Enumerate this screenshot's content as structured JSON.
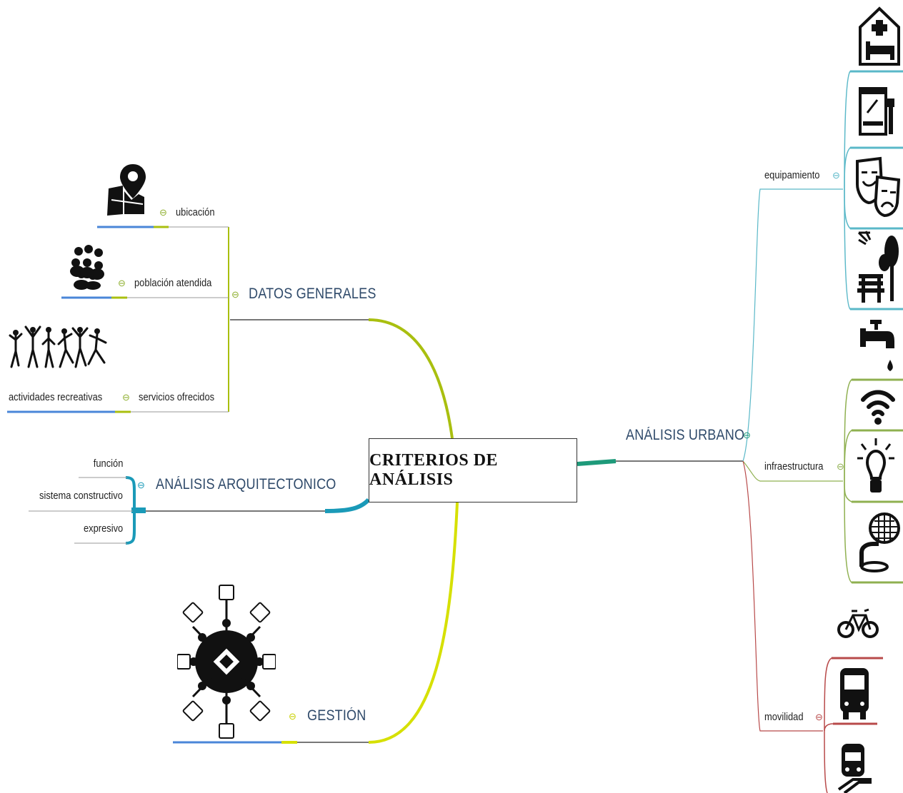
{
  "central_topic": "CRITERIOS DE ANÁLISIS",
  "collapse_glyph": "⊖",
  "branches": {
    "datos_generales": {
      "label": "DATOS GENERALES",
      "color": "#a9bf0f",
      "children": [
        "ubicación",
        "población atendida",
        "servicios ofrecidos"
      ],
      "extra_label": "actividades recreativas"
    },
    "analisis_arquitectonico": {
      "label": "ANÁLISIS ARQUITECTONICO",
      "color": "#1a9ab8",
      "children": [
        "función",
        "sistema constructivo",
        "expresivo"
      ]
    },
    "gestion": {
      "label": "GESTIÓN",
      "color": "#d6e000"
    },
    "analisis_urbano": {
      "label": "ANÁLISIS URBANO",
      "color": "#1e9a7a",
      "children": [
        "equipamiento",
        "infraestructura",
        "movilidad"
      ]
    }
  },
  "icons": {
    "ubicacion": "map-pin-icon",
    "poblacion": "people-group-icon",
    "actividades": "dancing-people-icon",
    "gestion": "management-gear-icon",
    "hospital": "hospital-icon",
    "bus_stop": "bus-stop-icon",
    "theater": "theater-masks-icon",
    "park": "park-bench-icon",
    "water": "water-tap-icon",
    "wifi": "wifi-icon",
    "lightbulb": "lightbulb-icon",
    "drain": "drainage-icon",
    "bicycle": "bicycle-icon",
    "bus": "bus-icon",
    "train": "train-icon"
  }
}
